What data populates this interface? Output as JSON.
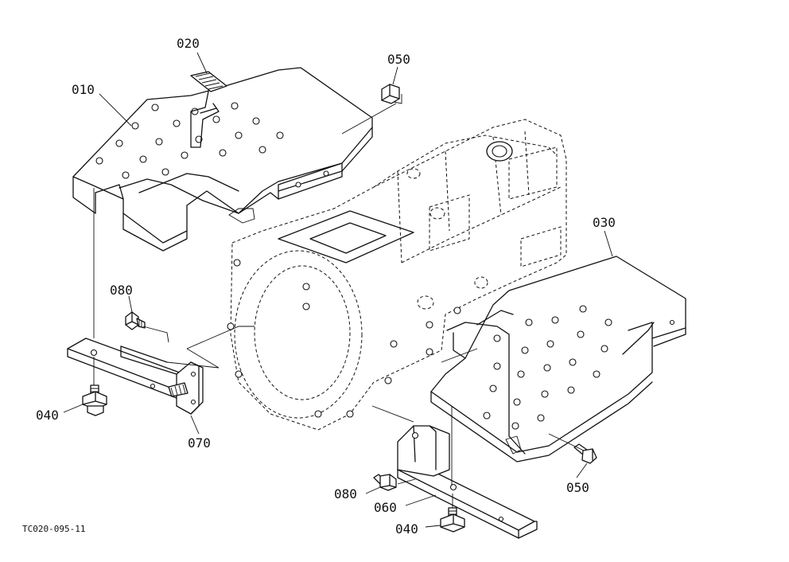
{
  "parts": {
    "p010": "010",
    "p020": "020",
    "p030": "030",
    "p040a": "040",
    "p040b": "040",
    "p050a": "050",
    "p050b": "050",
    "p060": "060",
    "p070": "070",
    "p080a": "080",
    "p080b": "080"
  },
  "figure_code": "TC020-095-11"
}
